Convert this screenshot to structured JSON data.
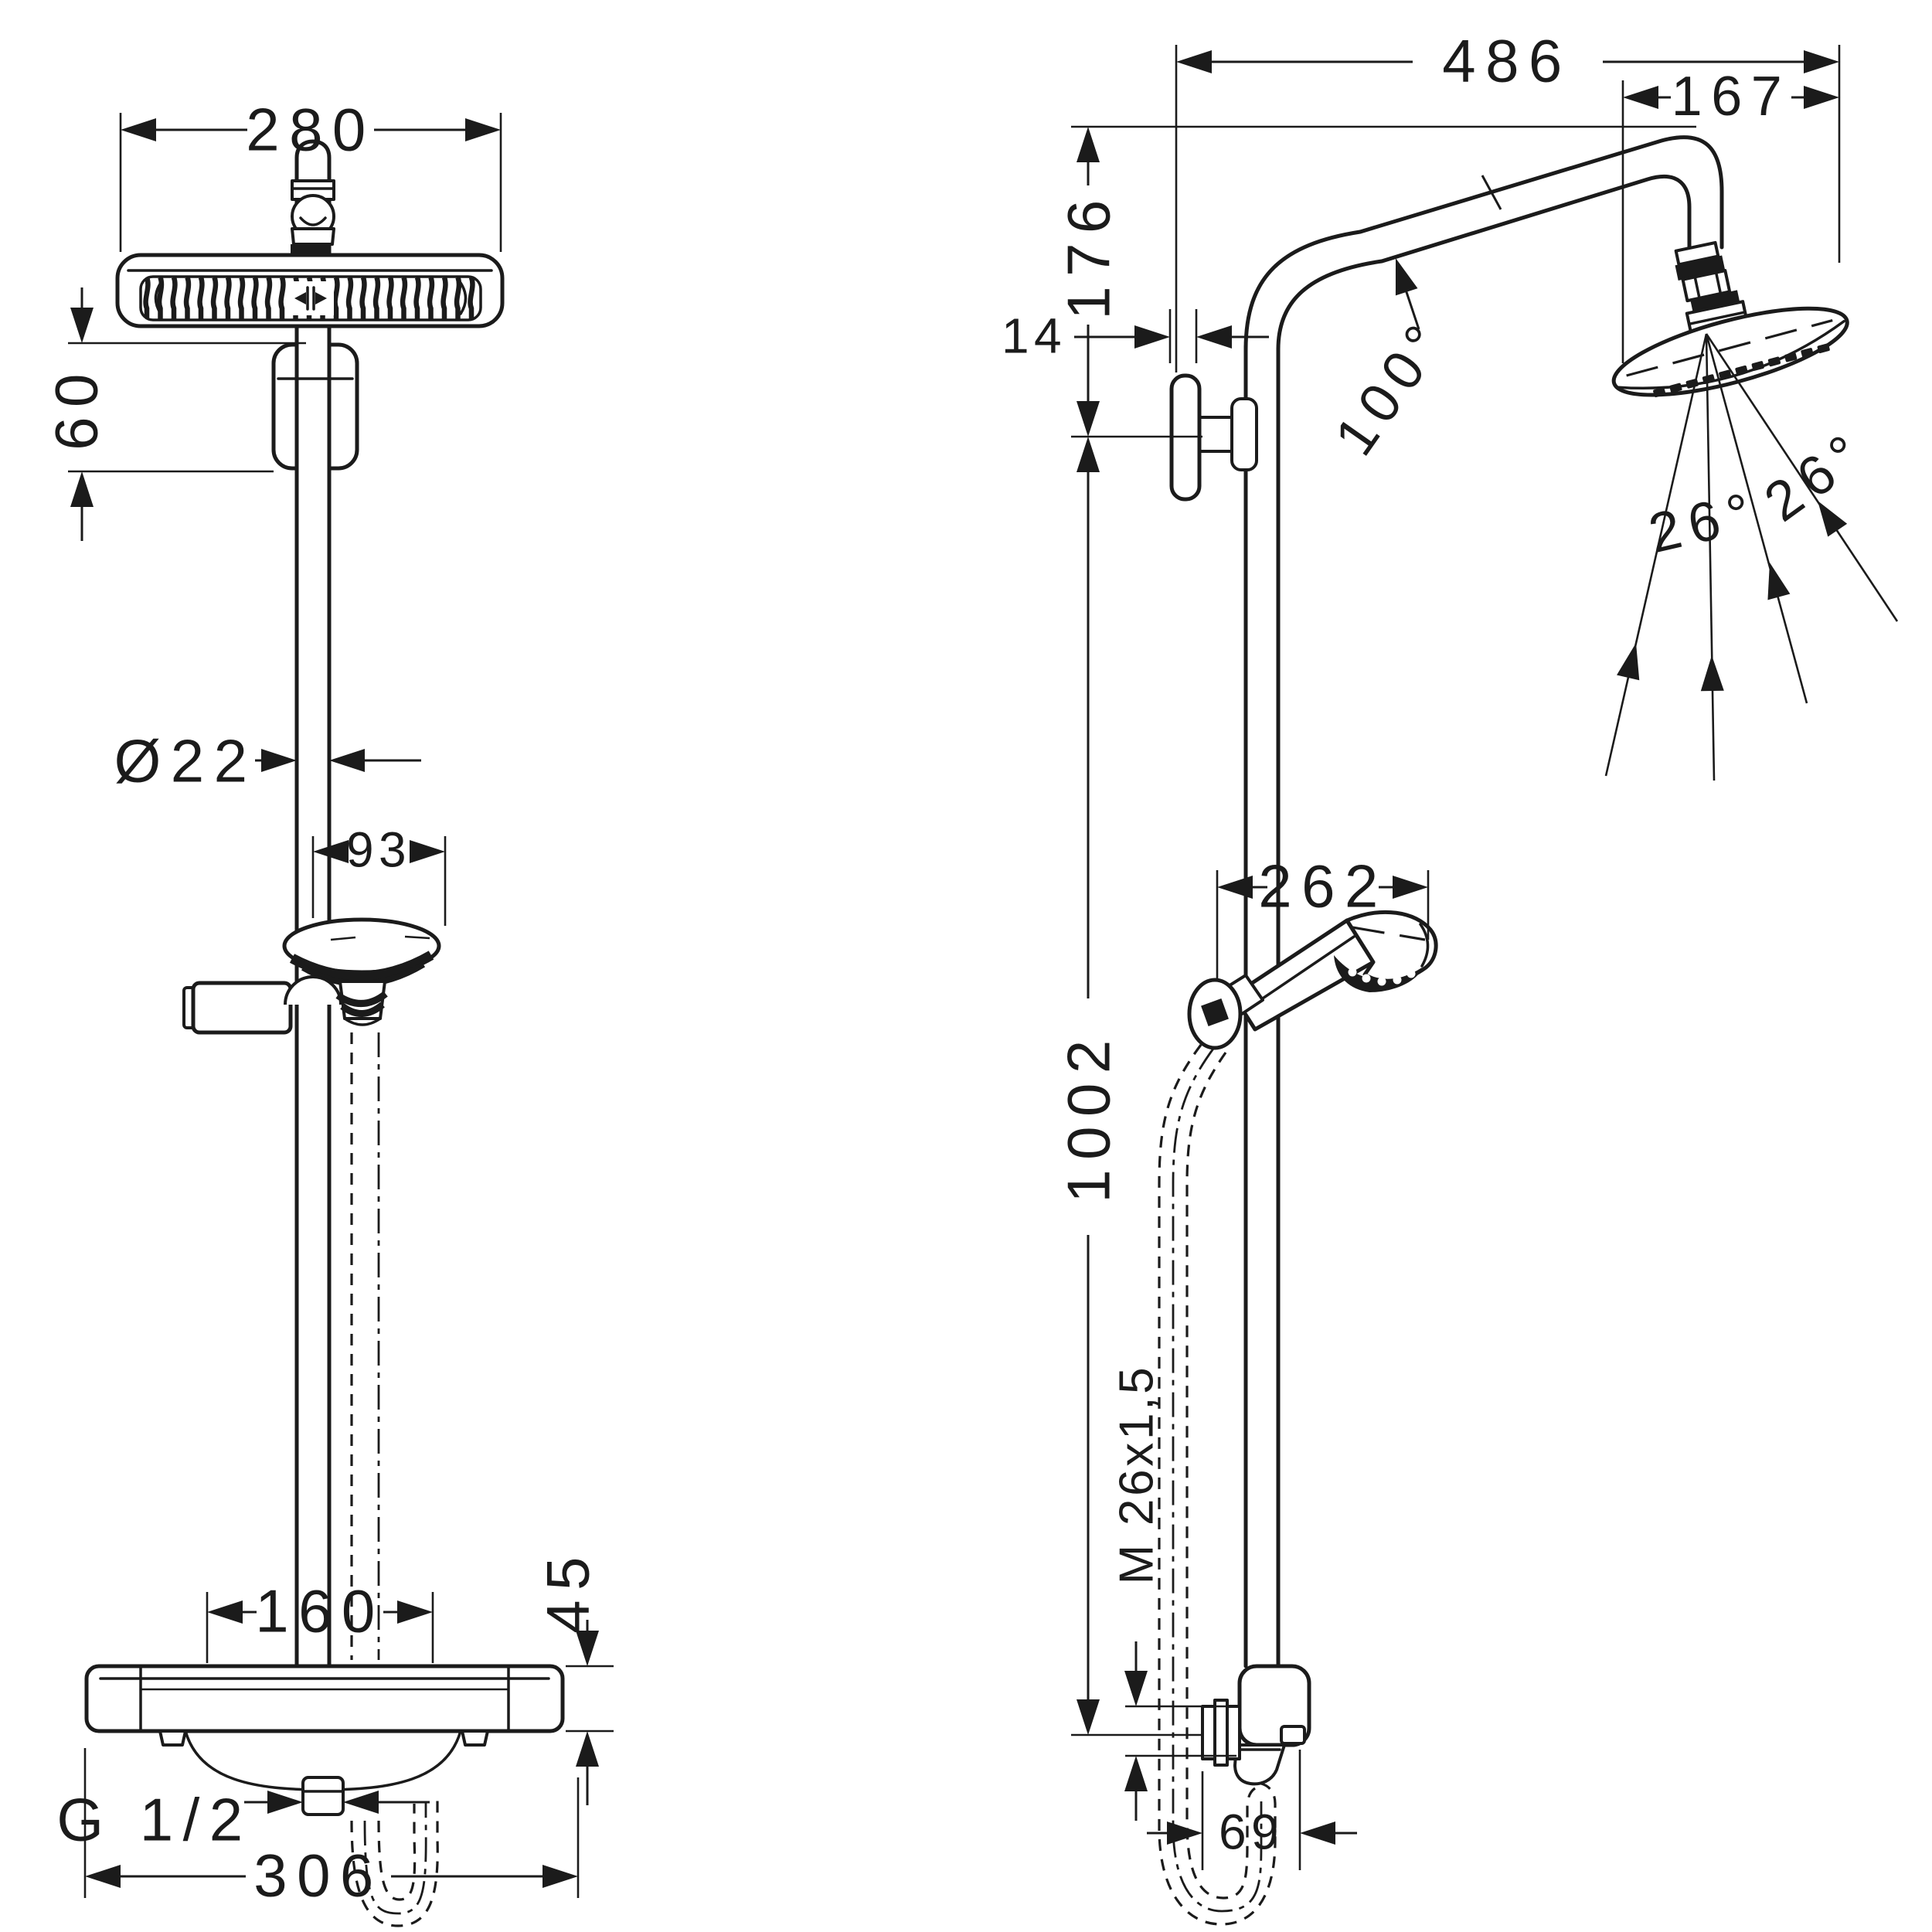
{
  "front_view": {
    "dim_head_width": "280",
    "dim_bracket_drop": "60",
    "dim_pipe_diameter": "Ø22",
    "dim_holder_offset": "93",
    "dim_valve_connection_width": "160",
    "dim_valve_body_height": "45",
    "dim_outlet_thread": "G 1/2",
    "dim_valve_overall_width": "306"
  },
  "side_view": {
    "dim_overall_reach": "486",
    "dim_head_reach": "167",
    "dim_arm_drop": "176",
    "dim_wall_clearance": "14",
    "dim_arm_angle": "100°",
    "dim_spray_angle_left": "26°",
    "dim_spray_angle_right": "26°",
    "dim_handshower_reach": "262",
    "dim_bar_height": "1002",
    "dim_hose_thread": "M 26x1,5",
    "dim_outlet_offset": "69"
  }
}
